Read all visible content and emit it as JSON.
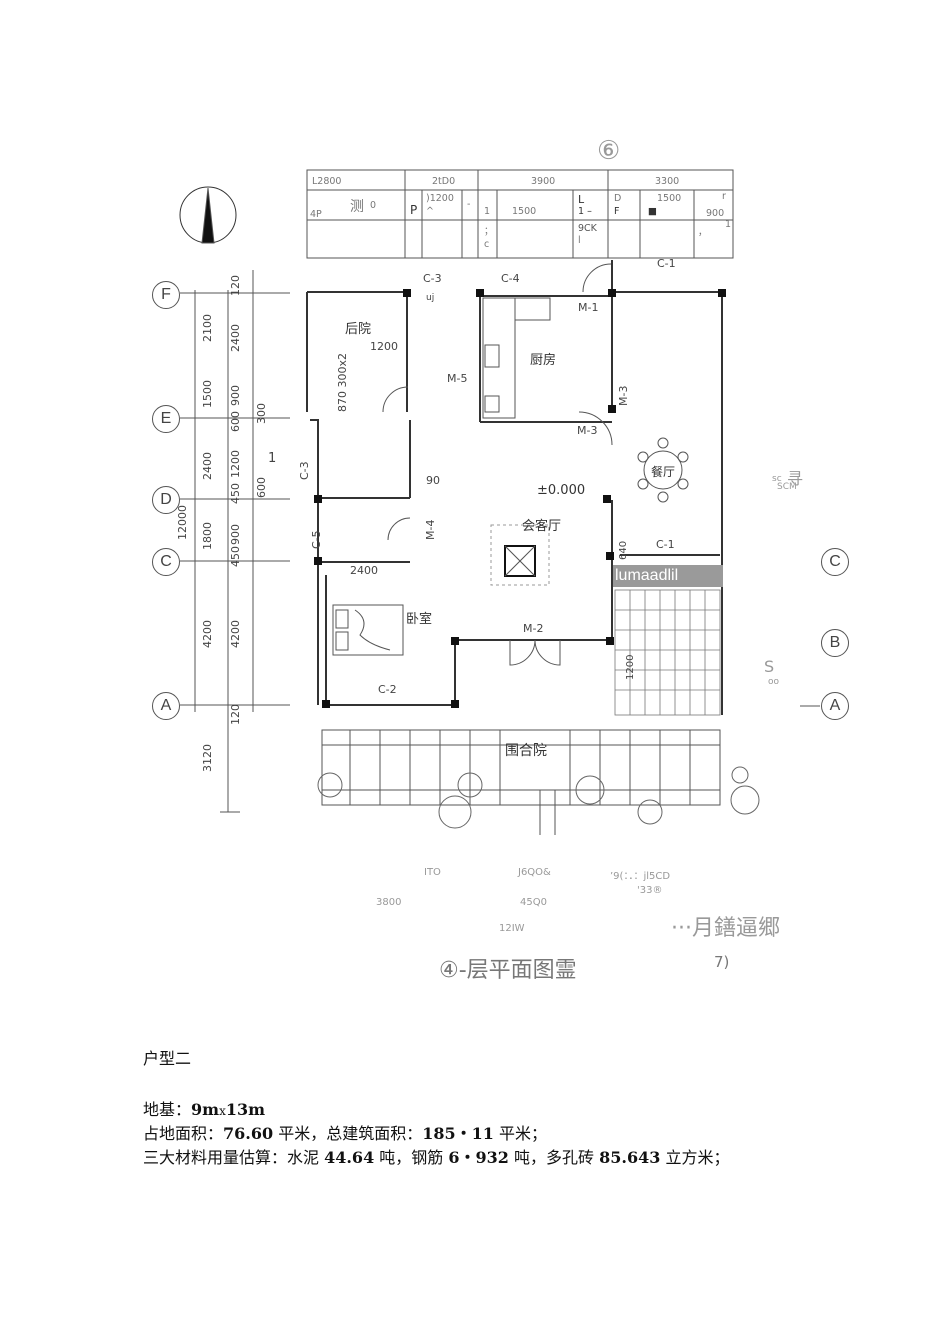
{
  "plan": {
    "top_circle": "⑥",
    "header_row1": [
      "L2800",
      "2tD0",
      "3900",
      "3300"
    ],
    "header_row2": [
      "4P",
      "测",
      "0",
      "P",
      ")1200",
      "^",
      "-",
      "1",
      "1500",
      "L",
      "1 –",
      "D",
      "F",
      "■",
      "1500",
      "r",
      "900"
    ],
    "header_row3": [
      "；",
      "c",
      "9CK",
      "l",
      "，",
      "1"
    ],
    "axis_left": [
      "F",
      "E",
      "D",
      "C",
      "A"
    ],
    "axis_right": [
      "C",
      "B",
      "A"
    ],
    "vdims_outer": [
      "120",
      "2100",
      "1500",
      "2400",
      "12000",
      "1800",
      "4200",
      "120",
      "3120"
    ],
    "vdims_inner": [
      "2400",
      "900",
      "600",
      "300",
      "1200",
      "450",
      "600",
      "900",
      "450",
      "4200"
    ],
    "rooms": {
      "back_yard": "后院",
      "kitchen": "厨房",
      "dining": "餐厅",
      "living": "会客厅",
      "bedroom": "卧室",
      "courtyard": "围合院",
      "level": "±0.000"
    },
    "labels": {
      "c3_top": "C-3",
      "c4": "C-4",
      "c1_top": "C-1",
      "m1": "M-1",
      "m5": "M-5",
      "m3a": "M-3",
      "m3b": "M-3",
      "m4": "M-4",
      "m2": "M-2",
      "c3_left": "C-3",
      "c5": "C-5",
      "c1_mid": "C-1",
      "c2": "C-2",
      "d1200": "1200",
      "d2400": "2400",
      "d870": "870 300x2",
      "d900": "90",
      "d640": "640",
      "d1200b": "1200",
      "uj": "uj",
      "one": "1"
    },
    "right_notes": {
      "sc": "sc",
      "xun": "寻",
      "scm": "SCM",
      "s": "S",
      "oo": "oo"
    },
    "overlay": "lumaadlil",
    "bottom_dims": {
      "ito": "ITO",
      "j6qo": "J6QO&",
      "nine": "’9(：．：jl5CD",
      "three3": "'33®",
      "d3800": "3800",
      "d45q0": "45Q0",
      "d12iw": "12IW"
    },
    "caption_right": "···月鐥逼郷",
    "caption_title": "④-层平面图霊",
    "caption_seven": "7)"
  },
  "text": {
    "heading": "户型二",
    "line1_label": "地基：",
    "line1_value": "9m",
    "line1_x": "x",
    "line1_value2": "13m",
    "line2_a": "占地面积：",
    "line2_b": "76.60",
    "line2_c": " 平米，总建筑面积：",
    "line2_d": "185・11",
    "line2_e": " 平米；",
    "line3_a": "三大材料用量估算：水泥 ",
    "line3_b": "44.64",
    "line3_c": " 吨，钢筋 ",
    "line3_d": "6・932",
    "line3_e": " 吨，多孔砖 ",
    "line3_f": "85.643",
    "line3_g": " 立方米；"
  }
}
